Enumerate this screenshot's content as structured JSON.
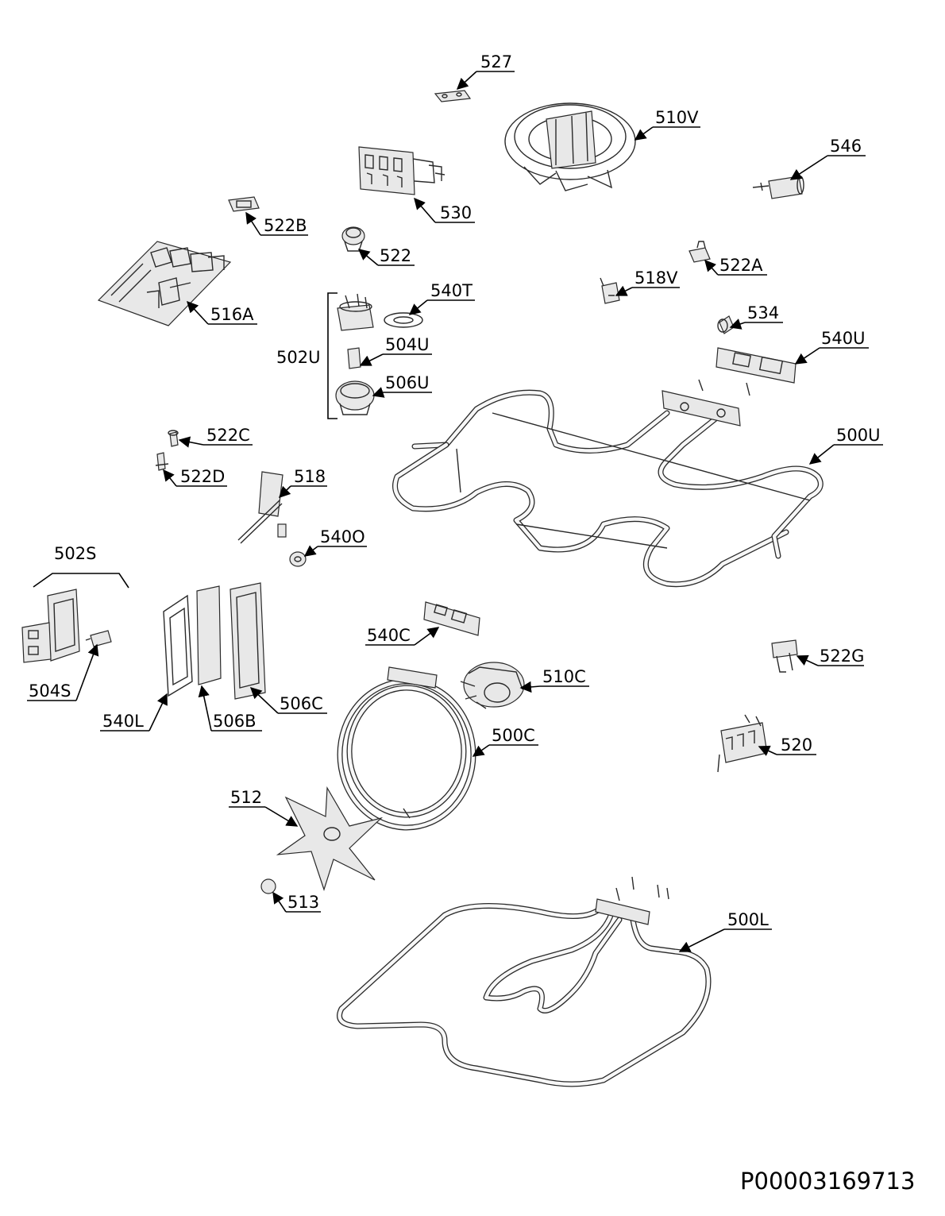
{
  "document_id": "P00003169713",
  "labels": {
    "p527": "527",
    "p510V": "510V",
    "p546": "546",
    "p530": "530",
    "p522B": "522B",
    "p522": "522",
    "p522A": "522A",
    "p518V": "518V",
    "p516A": "516A",
    "p540T": "540T",
    "p534": "534",
    "p540U": "540U",
    "p502U": "502U",
    "p504U": "504U",
    "p506U": "506U",
    "p500U": "500U",
    "p522C": "522C",
    "p522D": "522D",
    "p518": "518",
    "p540O": "540O",
    "p502S": "502S",
    "p504S": "504S",
    "p540L": "540L",
    "p506B": "506B",
    "p506C": "506C",
    "p540C": "540C",
    "p510C": "510C",
    "p522G": "522G",
    "p500C": "500C",
    "p520": "520",
    "p512": "512",
    "p513": "513",
    "p500L": "500L"
  }
}
